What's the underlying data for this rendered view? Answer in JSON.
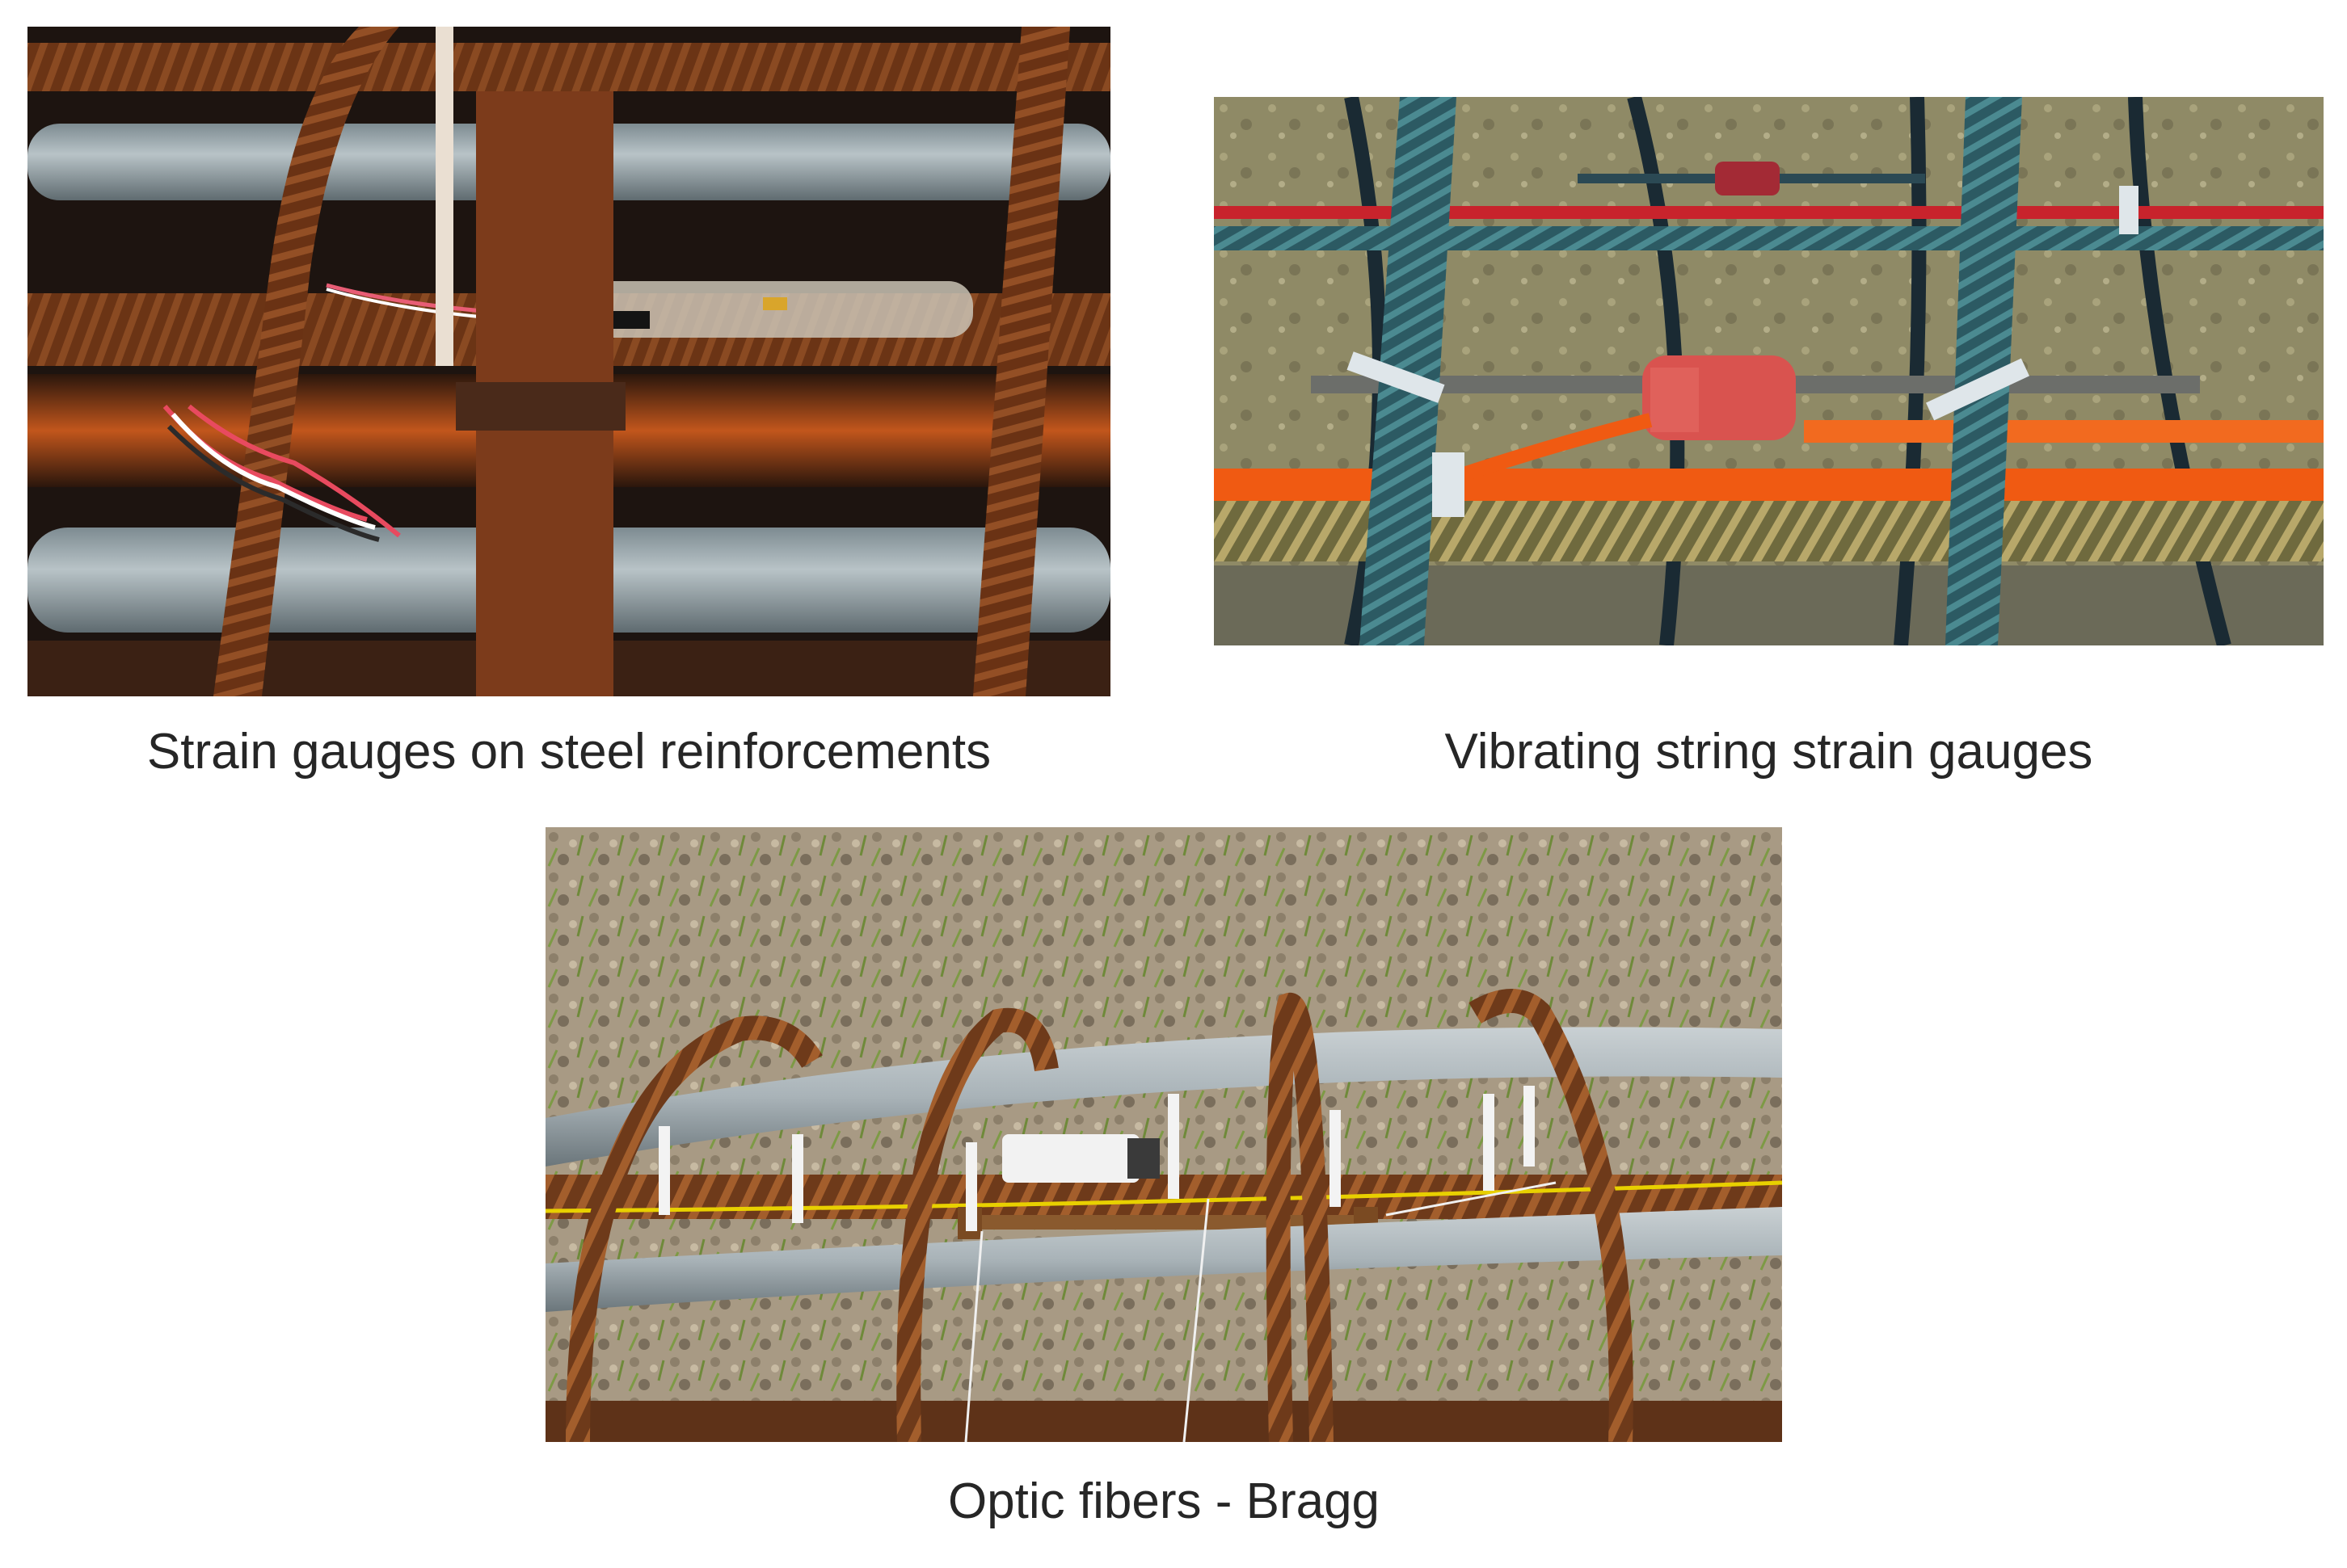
{
  "figure": {
    "panels": [
      {
        "caption": "Strain gauges on steel reinforcements"
      },
      {
        "caption": "Vibrating string strain gauges"
      },
      {
        "caption": "Optic fibers - Bragg"
      }
    ]
  },
  "colors": {
    "rust": "#7a3e1c",
    "pipe_grey": "#9aa7ad",
    "orange_cable": "#f05a12",
    "red_cable": "#c8232c",
    "gauge_pink": "#d9534f",
    "gravel": "#a89a84"
  }
}
